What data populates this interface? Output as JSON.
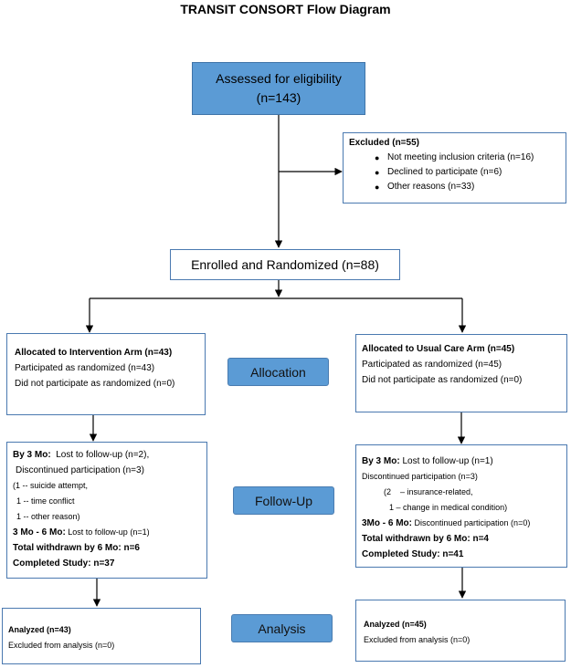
{
  "title": "TRANSIT CONSORT Flow Diagram",
  "assessed": {
    "line1": "Assessed for eligibility",
    "line2": "(n=143)"
  },
  "excluded": {
    "header": "Excluded (n=55)",
    "items": [
      "Not meeting inclusion criteria (n=16)",
      "Declined to participate (n=6)",
      "Other reasons (n=33)"
    ]
  },
  "enrolled": "Enrolled and Randomized (n=88)",
  "stages": {
    "allocation": "Allocation",
    "followup": "Follow-Up",
    "analysis": "Analysis"
  },
  "intervention": {
    "allocation": {
      "header": "Allocated to Intervention Arm (n=43)",
      "line2": "Participated as randomized (n=43)",
      "line3": "Did not participate as randomized (n=0)"
    },
    "followup": {
      "line1_bold": "By 3 Mo:",
      "line1_rest": "  Lost to follow-up (n=2),",
      "line2": "Discontinued participation (n=3)",
      "line3": "(1 -- suicide attempt,",
      "line4": "1 -- time conflict",
      "line5": "1 -- other reason)",
      "line6_bold": "3 Mo - 6 Mo:",
      "line6_rest": " Lost to follow-up (n=1)",
      "line7": "Total withdrawn by 6 Mo: n=6",
      "line8": "Completed Study: n=37"
    },
    "analysis": {
      "line1": "Analyzed (n=43)",
      "line2": "Excluded from analysis (n=0)"
    }
  },
  "usual_care": {
    "allocation": {
      "header": "Allocated to Usual Care Arm (n=45)",
      "line2": "Participated as randomized (n=45)",
      "line3": "Did not participate as randomized (n=0)"
    },
    "followup": {
      "line1_bold": "By 3 Mo:",
      "line1_rest": " Lost to follow-up (n=1)",
      "line2": "Discontinued participation (n=3)",
      "line3": "(2    – insurance-related,",
      "line4": "1 – change in medical condition)",
      "line5_bold": "3Mo - 6 Mo:",
      "line5_rest": " Discontinued participation (n=0)",
      "line6": "Total withdrawn by 6 Mo: n=4",
      "line7": "Completed Study: n=41"
    },
    "analysis": {
      "line1": "Analyzed (n=45)",
      "line2": "Excluded from analysis (n=0)"
    }
  },
  "colors": {
    "box_fill": "#5b9bd5",
    "box_border": "#4a79b0"
  }
}
